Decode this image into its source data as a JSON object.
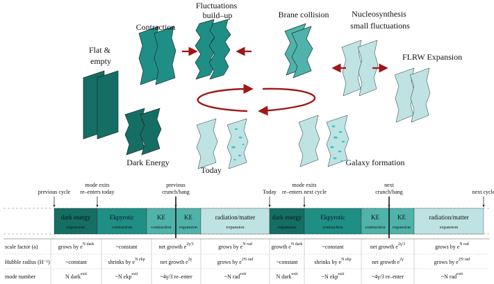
{
  "colors": {
    "dark_teal": "#146e63",
    "teal": "#1f8f86",
    "mid_teal": "#4fb3ab",
    "light_teal": "#bfe3e3",
    "arrow_red": "#a01616",
    "spot_cyan": "#2cc9d6",
    "outline": "#1a2e2e"
  },
  "stages": {
    "flat_empty": [
      "Flat &",
      "empty"
    ],
    "contraction": "Contraction",
    "fluctuations": [
      "Fluctuations",
      "build–up"
    ],
    "brane_collision": "Brane collision",
    "nucleosynthesis": [
      "Nucleosynthesis",
      "small fluctuations"
    ],
    "flrw": "FLRW Expansion",
    "dark_energy": "Dark Energy",
    "today": "Today",
    "galaxy": "Galaxy formation"
  },
  "timeline": {
    "markers": [
      {
        "lines": [
          "previous cycle"
        ],
        "color": "#222"
      },
      {
        "lines": [
          "mode exits",
          "re–enters today"
        ],
        "color": "#222"
      },
      {
        "lines": [
          "previous",
          "crunch/bang"
        ],
        "color": "#222"
      },
      {
        "lines": [
          "Today"
        ],
        "color": "#222"
      },
      {
        "lines": [
          "mode exits",
          "re–enters next cycle"
        ],
        "color": "#222"
      },
      {
        "lines": [
          "next",
          "crunch/bang"
        ],
        "color": "#222"
      },
      {
        "lines": [
          "next cycle"
        ],
        "color": "#222"
      }
    ],
    "segments": [
      {
        "title": "dark energy",
        "sub": "expansion",
        "color": "#146e63"
      },
      {
        "title": "Ekpyrotic",
        "sub": "contraction",
        "color": "#1f8f86"
      },
      {
        "title": "KE",
        "sub": "contraction",
        "color": "#4fb3ab"
      },
      {
        "title": "KE",
        "sub": "expansion",
        "color": "#4fb3ab"
      },
      {
        "title": "radiation/matter",
        "sub": "expansion",
        "color": "#bfe3e3"
      },
      {
        "title": "dark energy",
        "sub": "expansion",
        "color": "#146e63"
      },
      {
        "title": "Ekpyrotic",
        "sub": "contraction",
        "color": "#1f8f86"
      },
      {
        "title": "KE",
        "sub": "contraction",
        "color": "#4fb3ab"
      },
      {
        "title": "KE",
        "sub": "expansion",
        "color": "#4fb3ab"
      },
      {
        "title": "radiation/matter",
        "sub": "expansion",
        "color": "#bfe3e3"
      }
    ]
  },
  "table": {
    "rows": [
      {
        "header": "scale factor (a)",
        "cells": [
          {
            "text": "grows by e",
            "sup": "N dark"
          },
          {
            "text": "~constant",
            "sup": ""
          },
          {
            "text": "net growth e",
            "sup": "2γ/3"
          },
          {
            "text": "grows by e",
            "sup": "N rad"
          },
          {
            "text": "growth e",
            "sup": "N dark"
          },
          {
            "text": "~constant",
            "sup": ""
          },
          {
            "text": "net growth e",
            "sup": "2γ/3"
          },
          {
            "text": "grows by e",
            "sup": "N rad"
          }
        ]
      },
      {
        "header": "Hubble radius (H⁻¹)",
        "cells": [
          {
            "text": "~constant",
            "sup": ""
          },
          {
            "text": "shrinks by e",
            "sup": "N ekp"
          },
          {
            "text": "net growth e",
            "sup": "2γ"
          },
          {
            "text": "grows by e",
            "sup": "2N rad"
          },
          {
            "text": "~constant",
            "sup": ""
          },
          {
            "text": "shrinks by e",
            "sup": "N ekp"
          },
          {
            "text": "net growth e",
            "sup": "2γ"
          },
          {
            "text": "grows by e",
            "sup": "2N rad"
          }
        ]
      },
      {
        "header": "mode number",
        "cells": [
          {
            "text": "N dark",
            "sup": "exit"
          },
          {
            "text": "~N ekp",
            "sup": "exit"
          },
          {
            "text": "~4γ/3  re–enter",
            "sup": ""
          },
          {
            "text": "~N rad",
            "sup": "exit"
          },
          {
            "text": "N dark",
            "sup": "exit"
          },
          {
            "text": "~N ekp",
            "sup": "exit"
          },
          {
            "text": "~4γ/3  re–enter",
            "sup": ""
          },
          {
            "text": "~N rad",
            "sup": "exit"
          }
        ]
      }
    ]
  }
}
